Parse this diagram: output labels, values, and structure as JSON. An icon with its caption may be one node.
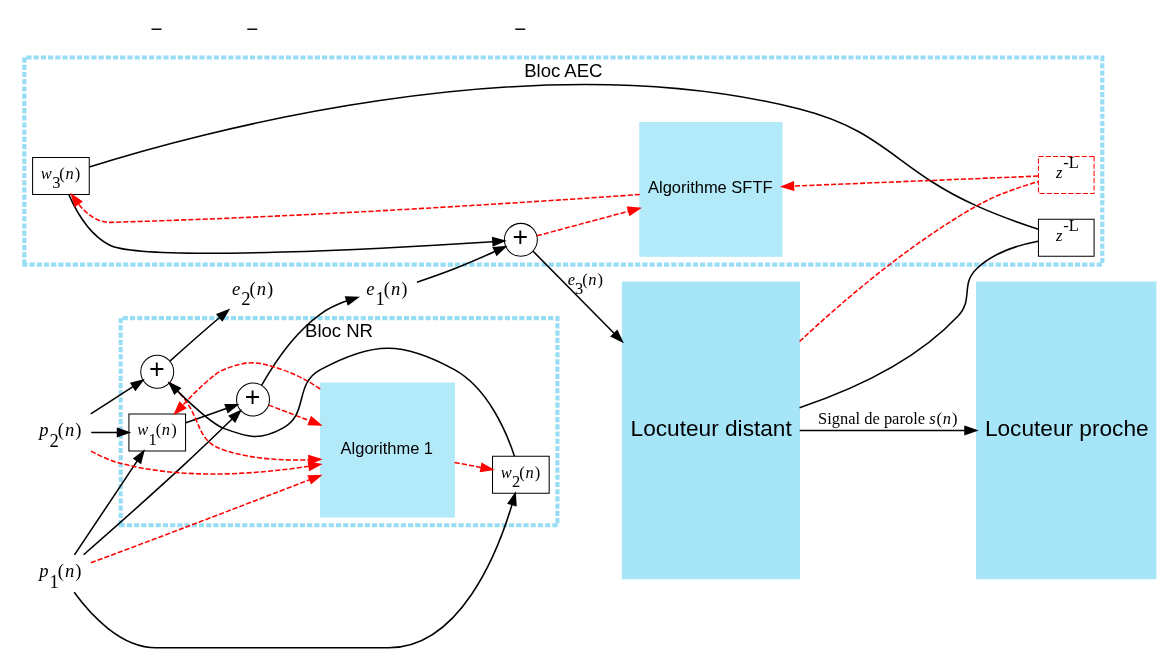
{
  "diagram": {
    "nodes": [
      {
        "text": [
          "Locuteur proche"
        ]
      },
      {
        "text": [
          "*p*$_{1}$(*n*)"
        ]
      },
      {
        "text": [
          "*p*$_{2}$(*n*)"
        ]
      },
      {
        "text": [
          "Bloc NR"
        ]
      },
      {
        "text": [
          "*w*$_{1}$(*n*)"
        ],
        "in": 3
      },
      {
        "text": [
          "+"
        ],
        "in": 3
      },
      {
        "text": [
          "Algorithme 1"
        ],
        "in": 3
      },
      {
        "text": [
          "+"
        ],
        "in": 3
      },
      {
        "text": [
          "*w*$_{2}$(*n*)"
        ],
        "in": 3
      },
      {
        "text": [
          "*e*$_{1}$(*n*)"
        ]
      },
      {
        "text": [
          "*e*$_{2}$(*n*)"
        ]
      },
      {
        "text": [
          "Bloc AEC"
        ]
      },
      {
        "text": [
          "+"
        ],
        "in": 11
      },
      {
        "text": [
          "*w*$_{3}$(*n*)"
        ],
        "in": 11
      },
      {
        "text": [
          "Algorithme SFTF"
        ],
        "in": 11
      },
      {
        "text": [
          "*z*$^{-L}$"
        ],
        "in": 11
      },
      {
        "text": [
          "*z*$^{-L}$"
        ],
        "in": 11
      },
      {
        "text": [
          "Locuteur distant"
        ]
      }
    ],
    "edges": [
      {
        "from": 1,
        "to": 4,
        "arrow": "to"
      },
      {
        "from": 1,
        "to": 5,
        "arrow": "to"
      },
      {
        "from": 1,
        "to": 8,
        "arrow": "to"
      },
      {
        "from": 2,
        "to": 7,
        "arrow": "to"
      },
      {
        "from": 2,
        "to": 4,
        "arrow": "to"
      },
      {
        "from": 4,
        "to": 5,
        "arrow": "to"
      },
      {
        "from": 8,
        "to": 7,
        "arrow": "to"
      },
      {
        "from": 1,
        "to": 6,
        "arrow": "to",
        "style": "dashed",
        "color": "#ff0000"
      },
      {
        "from": 2,
        "to": 6,
        "arrow": "to",
        "style": "dashed",
        "color": "#ff0000"
      },
      {
        "from": 5,
        "to": 6,
        "arrow": "to",
        "style": "dashed",
        "color": "#ff0000"
      },
      {
        "from": 7,
        "to": 6,
        "arrow": "to",
        "style": "dashed",
        "color": "#ff0000"
      },
      {
        "from": 6,
        "to": 4,
        "arrow": "to",
        "style": "dashed",
        "color": "#ff0000"
      },
      {
        "from": 6,
        "to": 8,
        "arrow": "to",
        "style": "dashed",
        "color": "#ff0000"
      },
      {
        "from": 5,
        "to": 9,
        "arrow": "to"
      },
      {
        "from": 7,
        "to": 10,
        "arrow": "to"
      },
      {
        "from": 9,
        "to": 12,
        "arrow": "to"
      },
      {
        "from": 13,
        "to": 12,
        "arrow": "to"
      },
      {
        "from": 12,
        "to": 17,
        "arrow": "to",
        "label": "*e*$_{3}$(*n*)"
      },
      {
        "from": 15,
        "to": 13,
        "arrow": "none"
      },
      {
        "from": 12,
        "to": 14,
        "arrow": "to",
        "style": "dashed",
        "color": "#ff0000"
      },
      {
        "from": 16,
        "to": 14,
        "arrow": "to",
        "style": "dashed",
        "color": "#ff0000"
      },
      {
        "from": 14,
        "to": 13,
        "arrow": "to",
        "style": "dashed",
        "color": "#ff0000"
      },
      {
        "from": 17,
        "to": 15,
        "arrow": "none"
      },
      {
        "from": 17,
        "to": 16,
        "arrow": "none",
        "style": "dashed",
        "color": "#ff0000"
      },
      {
        "from": 17,
        "to": 0,
        "arrow": "to",
        "label": "Signal de parole *s*(*n*)"
      }
    ],
    "labels": [
      "−",
      "−",
      "−"
    ]
  }
}
